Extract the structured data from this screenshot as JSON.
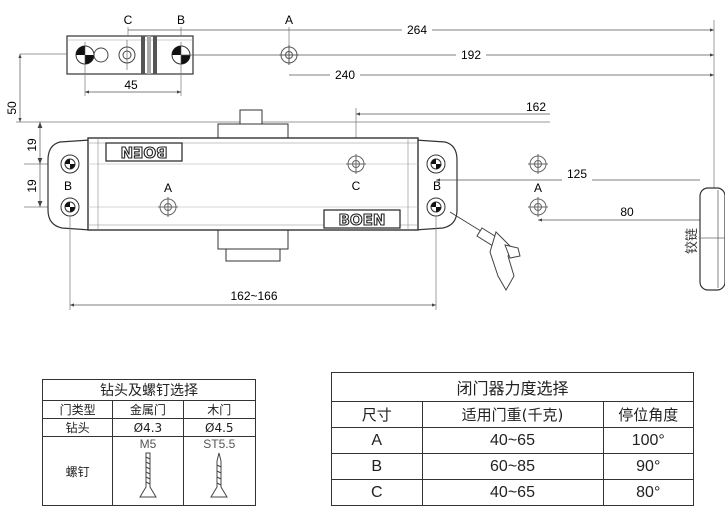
{
  "drawing": {
    "top_labels": {
      "c": "C",
      "b": "B",
      "a": "A"
    },
    "dims": {
      "d264": "264",
      "d192": "192",
      "d240": "240",
      "d45": "45",
      "d50": "50",
      "d162": "162",
      "d19a": "19",
      "d19b": "19",
      "d125": "125",
      "d80": "80",
      "d162_166": "162~166"
    },
    "body_labels": {
      "a": "A",
      "c": "C",
      "b_left": "B",
      "b_right": "B",
      "a_right": "A"
    },
    "brand": "BOEN",
    "hinge_label": "铰链"
  },
  "drill_table": {
    "title": "钻头及螺钉选择",
    "headers": [
      "门类型",
      "金属门",
      "木门"
    ],
    "drill_row": [
      "钻头",
      "Ø4.3",
      "Ø4.5"
    ],
    "screw_label": "螺钉",
    "screw_metal": "M5",
    "screw_wood": "ST5.5"
  },
  "force_table": {
    "title": "闭门器力度选择",
    "headers": [
      "尺寸",
      "适用门重(千克)",
      "停位角度"
    ],
    "rows": [
      [
        "A",
        "40~65",
        "100°"
      ],
      [
        "B",
        "60~85",
        "90°"
      ],
      [
        "C",
        "40~65",
        "80°"
      ]
    ]
  }
}
